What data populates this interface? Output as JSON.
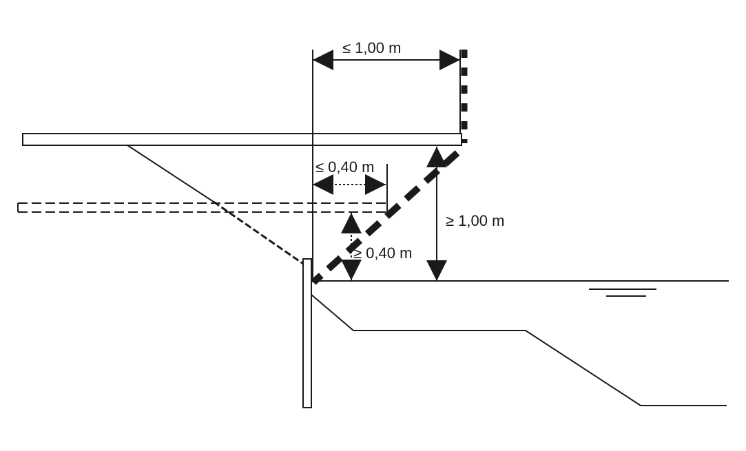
{
  "labels": {
    "top_width": "≤ 1,00 m",
    "inner_width": "≤ 0,40 m",
    "right_height": "≥ 1,00 m",
    "inner_height": "≥ 0,40 m"
  },
  "colors": {
    "ink": "#1a1a1a",
    "background": "#ffffff"
  }
}
